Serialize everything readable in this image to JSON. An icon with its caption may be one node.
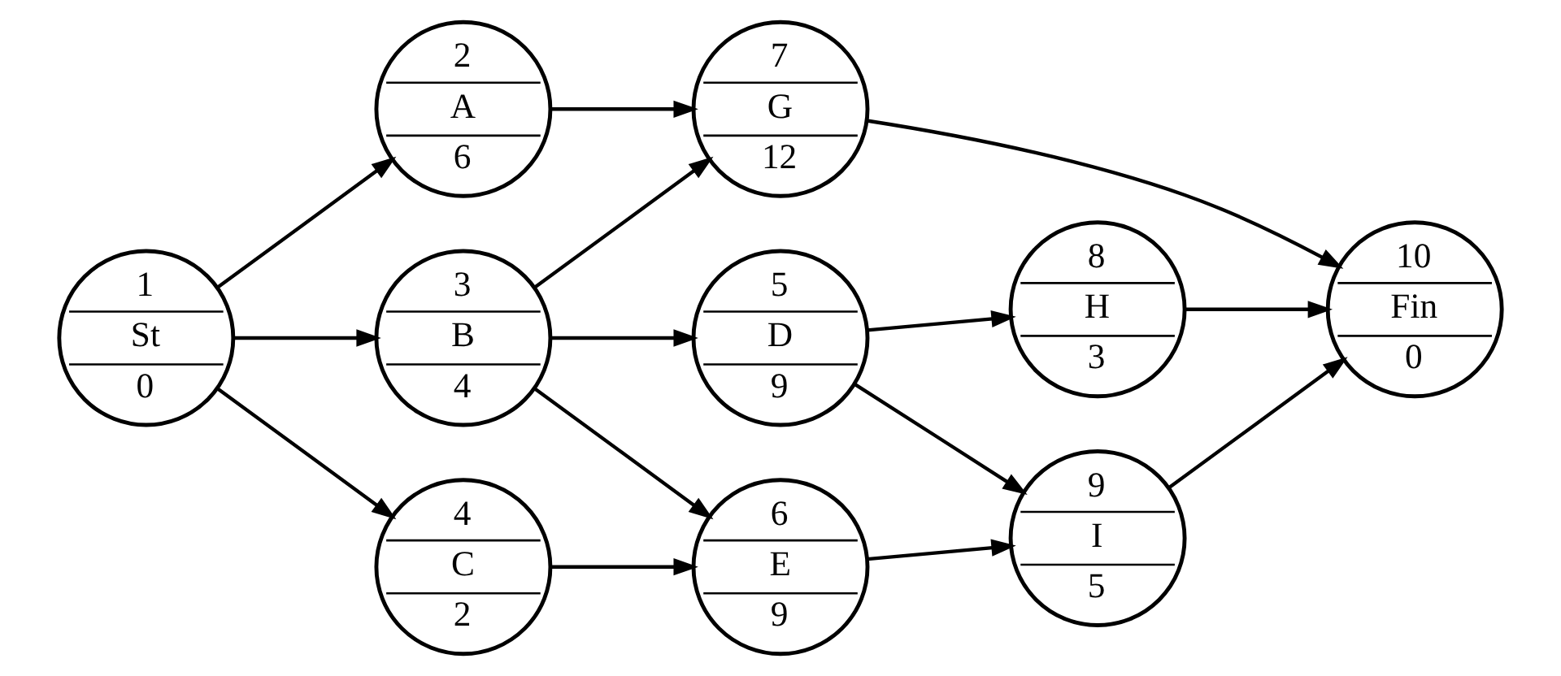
{
  "diagram": {
    "nodes": [
      {
        "text": [
          "1",
          "St",
          "0"
        ]
      },
      {
        "text": [
          "2",
          "A",
          "6"
        ]
      },
      {
        "text": [
          "3",
          "B",
          "4"
        ]
      },
      {
        "text": [
          "4",
          "C",
          "2"
        ]
      },
      {
        "text": [
          "5",
          "D",
          "9"
        ]
      },
      {
        "text": [
          "6",
          "E",
          "9"
        ]
      },
      {
        "text": [
          "7",
          "G",
          "12"
        ]
      },
      {
        "text": [
          "8",
          "H",
          "3"
        ]
      },
      {
        "text": [
          "9",
          "I",
          "5"
        ]
      },
      {
        "text": [
          "10",
          "Fin",
          "0"
        ]
      }
    ],
    "edges": [
      {
        "from": 0,
        "to": 1,
        "arrow": "to"
      },
      {
        "from": 0,
        "to": 2,
        "arrow": "to"
      },
      {
        "from": 0,
        "to": 3,
        "arrow": "to"
      },
      {
        "from": 1,
        "to": 6,
        "arrow": "to"
      },
      {
        "from": 2,
        "to": 6,
        "arrow": "to"
      },
      {
        "from": 2,
        "to": 4,
        "arrow": "to"
      },
      {
        "from": 2,
        "to": 5,
        "arrow": "to"
      },
      {
        "from": 3,
        "to": 5,
        "arrow": "to"
      },
      {
        "from": 4,
        "to": 7,
        "arrow": "to"
      },
      {
        "from": 4,
        "to": 8,
        "arrow": "to"
      },
      {
        "from": 5,
        "to": 8,
        "arrow": "to"
      },
      {
        "from": 6,
        "to": 9,
        "arrow": "to"
      },
      {
        "from": 7,
        "to": 9,
        "arrow": "to"
      },
      {
        "from": 8,
        "to": 9,
        "arrow": "to"
      }
    ]
  }
}
